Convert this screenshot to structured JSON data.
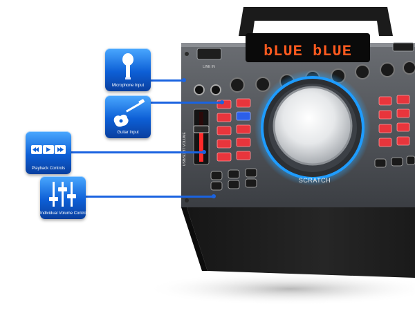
{
  "display": {
    "text": "bLUE bLUE"
  },
  "device_labels": {
    "wheel": "SCRATCH",
    "volume_slider": "USB/SD/BT VOLUME",
    "input_jack": "LINE IN"
  },
  "callouts": [
    {
      "label": "Microphone Input",
      "icon": "microphone-icon"
    },
    {
      "label": "Guitar Input",
      "icon": "guitar-icon"
    },
    {
      "label": "Playback Controls",
      "icon": "playback-controls-icon"
    },
    {
      "label": "Individual Volume Control",
      "icon": "sliders-icon"
    }
  ],
  "colors": {
    "accent": "#1a63e0",
    "display": "#ff5a1f",
    "pads": "#e8353c",
    "glow": "#2ea8ff"
  }
}
